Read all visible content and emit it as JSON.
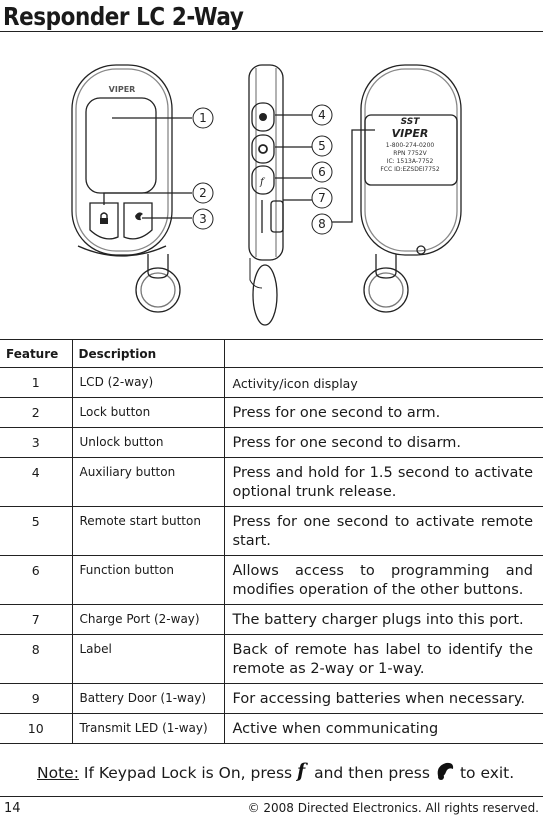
{
  "page": {
    "title": "Responder LC 2-Way",
    "page_number": "14",
    "copyright": "© 2008 Directed Electronics. All rights reserved."
  },
  "figure": {
    "callouts": [
      "1",
      "2",
      "3",
      "4",
      "5",
      "6",
      "7",
      "8"
    ],
    "front_brand": "VIPER",
    "back_label": {
      "brand_top": "SST",
      "brand": "VIPER",
      "lines": [
        "1-800-274-0200",
        "RPN  7752V",
        "IC: 1513A-7752",
        "FCC ID:EZSDEI7752"
      ]
    }
  },
  "table": {
    "headers": [
      "Feature",
      "Description",
      ""
    ],
    "rows": [
      {
        "num": "1",
        "feature": "LCD (2-way)",
        "description": "Activity/icon display"
      },
      {
        "num": "2",
        "feature": "Lock button",
        "description": "Press for one second to arm."
      },
      {
        "num": "3",
        "feature": "Unlock button",
        "description": "Press for one second to disarm."
      },
      {
        "num": "4",
        "feature": "Auxiliary button",
        "description": "Press and hold for 1.5 second to activate optional trunk release."
      },
      {
        "num": "5",
        "feature": "Remote start button",
        "description": "Press for one second to activate remote start."
      },
      {
        "num": "6",
        "feature": "Function button",
        "description": "Allows access to programming and modifies operation of the other buttons."
      },
      {
        "num": "7",
        "feature": "Charge Port (2-way)",
        "description": "The  battery charger plugs into this port."
      },
      {
        "num": "8",
        "feature": "Label",
        "description": "Back of remote has label to identify the remote as 2-way or 1-way."
      },
      {
        "num": "9",
        "feature": "Battery Door (1-way)",
        "description": "For accessing batteries when necessary."
      },
      {
        "num": "10",
        "feature": "Transmit LED (1-way)",
        "description": "Active when communicating"
      }
    ]
  },
  "note": {
    "label": "Note:",
    "text_before": "If Keypad Lock is On, press",
    "text_middle": "and then press",
    "text_after": "to exit.",
    "icon_1": "function-icon",
    "icon_2": "unlock-icon"
  }
}
